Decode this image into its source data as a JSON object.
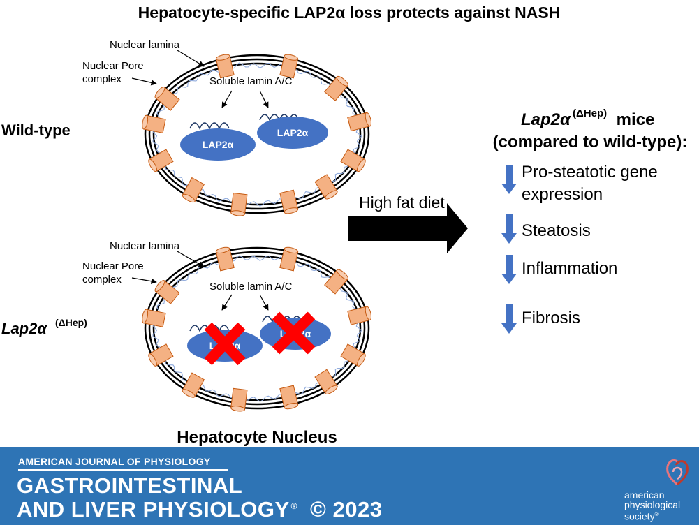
{
  "title": "Hepatocyte-specific LAP2α loss protects against NASH",
  "nucleus_labels": {
    "nuclear_lamina": "Nuclear lamina",
    "nuclear_pore_line1": "Nuclear Pore",
    "nuclear_pore_line2": "complex",
    "soluble_lamin": "Soluble lamin A/C",
    "lap2a": "LAP2α"
  },
  "conditions": {
    "wild_type": "Wild-type",
    "knockout_main": "Lap2α",
    "knockout_super": "(ΔHep)"
  },
  "nucleus_caption": "Hepatocyte Nucleus",
  "arrow_label": "High fat diet",
  "outcome": {
    "heading_main": "Lap2α",
    "heading_super": "(ΔHep)",
    "heading_tail": " mice",
    "heading_line2": "(compared to wild-type):",
    "items": [
      {
        "line1": "Pro-steatotic gene",
        "line2": "expression",
        "direction": "down"
      },
      {
        "line1": "Steatosis",
        "line2": "",
        "direction": "down"
      },
      {
        "line1": "Inflammation",
        "line2": "",
        "direction": "down"
      },
      {
        "line1": "Fibrosis",
        "line2": "",
        "direction": "down"
      }
    ]
  },
  "footer": {
    "journal_top": "AMERICAN JOURNAL OF PHYSIOLOGY",
    "journal_line1": "GASTROINTESTINAL",
    "journal_line2": "AND LIVER PHYSIOLOGY",
    "registered": "®",
    "copyright": "© 2023",
    "society_line1": "american",
    "society_line2": "physiological",
    "society_line3": "society",
    "society_mark": "®"
  },
  "colors": {
    "footer_bg": "#2e74b5",
    "lap2a_fill": "#4472c4",
    "pore_fill": "#f4b183",
    "pore_stroke": "#c55a11",
    "cross": "#ff0000",
    "down_arrow": "#4472c4"
  }
}
